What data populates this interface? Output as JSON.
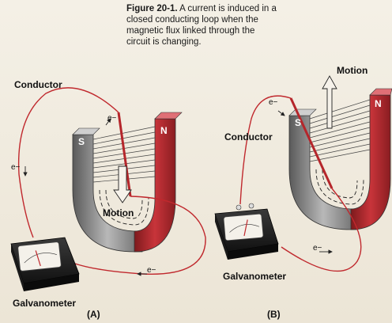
{
  "caption": {
    "figure_label": "Figure 20-1.",
    "text": "A current is induced in a closed conducting loop when the magnetic flux linked through the circuit is changing."
  },
  "panel_a": {
    "conductor_label": "Conductor",
    "motion_label": "Motion",
    "galvanometer_label": "Galvanometer",
    "panel_label": "(A)",
    "pole_south": "S",
    "pole_north": "N",
    "electron_label": "e−"
  },
  "panel_b": {
    "conductor_label": "Conductor",
    "motion_label": "Motion",
    "galvanometer_label": "Galvanometer",
    "panel_label": "(B)",
    "pole_south": "S",
    "pole_north": "N",
    "electron_label": "e−"
  },
  "colors": {
    "wire": "#c0282d",
    "magnet_red": "#b5262b",
    "magnet_gray": "#8a8a8a",
    "field_line": "#444444"
  }
}
